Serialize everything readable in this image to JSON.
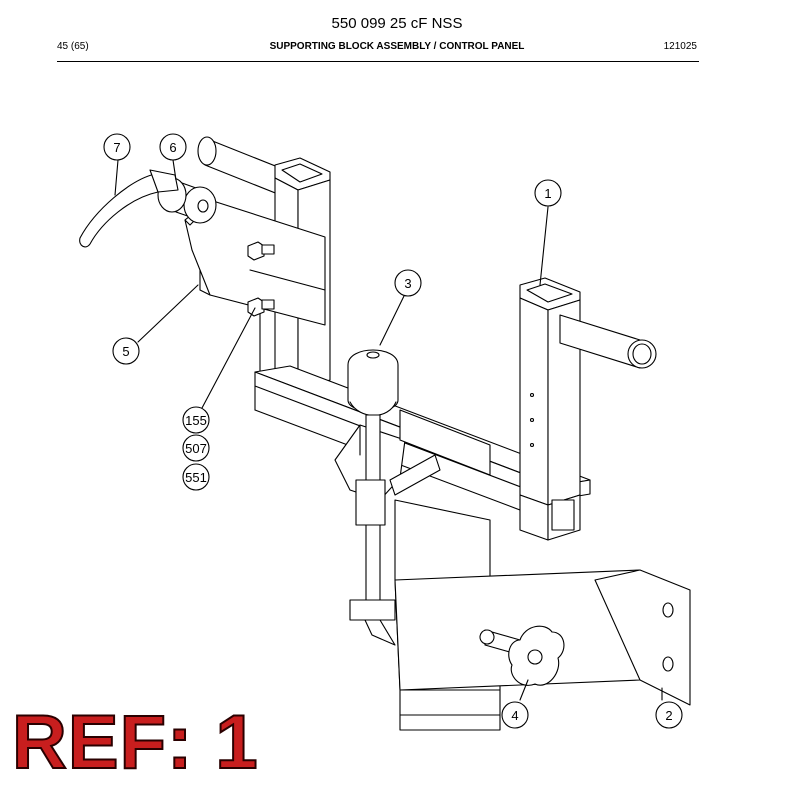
{
  "document": {
    "title": "550 099 25 cF NSS",
    "page": "45 (65)",
    "section": "SUPPORTING BLOCK ASSEMBLY / CONTROL PANEL",
    "code": "121025"
  },
  "callouts": [
    {
      "id": "c7",
      "label": "7"
    },
    {
      "id": "c6",
      "label": "6"
    },
    {
      "id": "c1",
      "label": "1"
    },
    {
      "id": "c3",
      "label": "3"
    },
    {
      "id": "c5",
      "label": "5"
    },
    {
      "id": "c155",
      "label": "155"
    },
    {
      "id": "c507",
      "label": "507"
    },
    {
      "id": "c551",
      "label": "551"
    },
    {
      "id": "c4",
      "label": "4"
    },
    {
      "id": "c2",
      "label": "2"
    }
  ],
  "ref_stamp": "REF: 1",
  "colors": {
    "stamp": "#c81e1e",
    "line": "#000000"
  }
}
